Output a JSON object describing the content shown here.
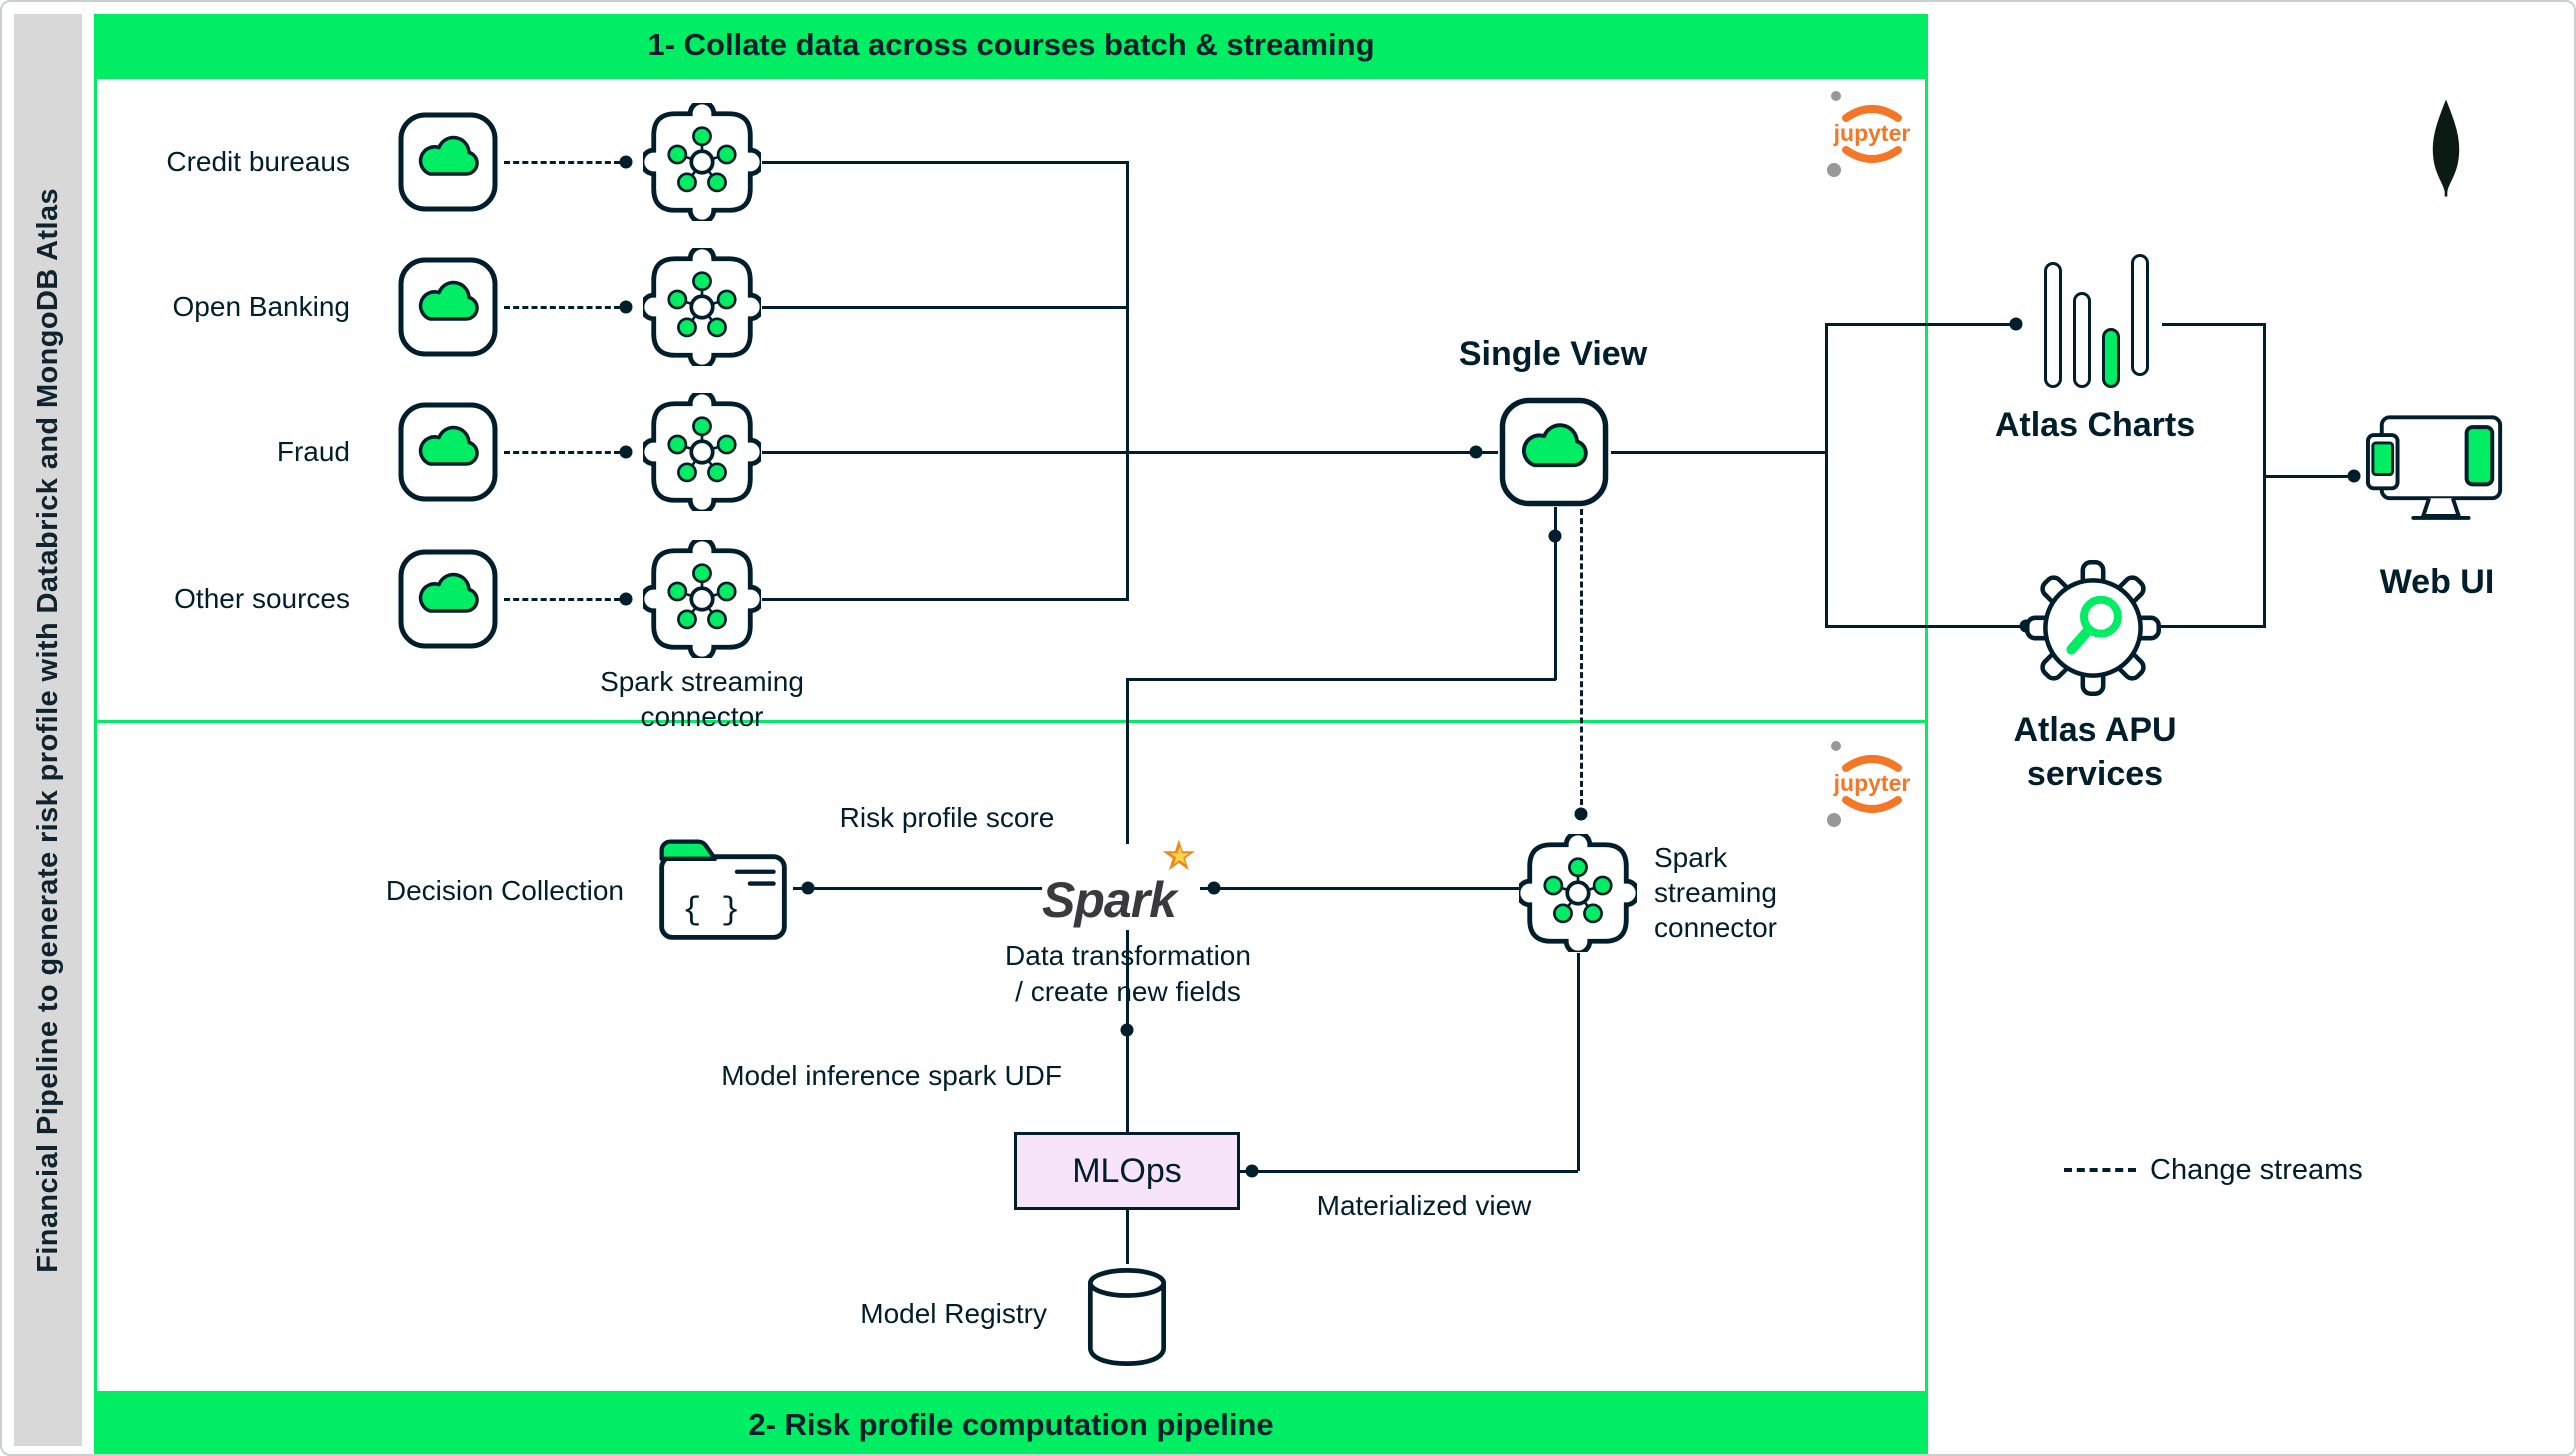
{
  "sidebar": {
    "title": "Financial Pipeline to generate risk profile with Databrick and MongoDB Atlas"
  },
  "banners": {
    "section1": "1- Collate data across courses batch & streaming",
    "section2": "2- Risk profile computation pipeline"
  },
  "colors": {
    "green": "#00ED64",
    "dark": "#001E2B",
    "jupyter_orange": "#F37726",
    "spark_star_orange": "#EE8A1D",
    "mlops_bg": "#F7E4FA",
    "sidebar_bg": "#D8D8D8"
  },
  "section1": {
    "sources": [
      {
        "label": "Credit bureaus"
      },
      {
        "label": "Open Banking"
      },
      {
        "label": "Fraud"
      },
      {
        "label": "Other sources"
      }
    ],
    "spark_connector_label": "Spark streaming\nconnector",
    "single_view": "Single View",
    "jupyter": "jupyter"
  },
  "section2": {
    "risk_profile_score": "Risk profile score",
    "decision_collection": "Decision Collection",
    "folder_braces": "{ }",
    "spark_logo": "Spark",
    "data_transformation": "Data transformation\n/ create new fields",
    "model_inference": "Model inference spark UDF",
    "mlops": "MLOps",
    "materialized_view": "Materialized view",
    "model_registry": "Model Registry",
    "spark_connector_label": "Spark\nstreaming\nconnector",
    "jupyter": "jupyter"
  },
  "right_panel": {
    "atlas_charts": "Atlas Charts",
    "atlas_apu": "Atlas APU\nservices",
    "web_ui": "Web UI",
    "legend": "Change streams"
  }
}
